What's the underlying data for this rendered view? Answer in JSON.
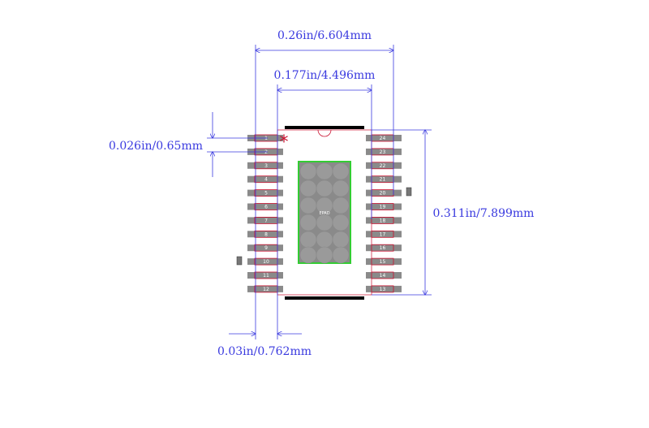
{
  "dimensions": {
    "overall_width": "0.26in/6.604mm",
    "body_width": "0.177in/4.496mm",
    "pitch": "0.026in/0.65mm",
    "height": "0.311in/7.899mm",
    "pad_length": "0.03in/0.762mm"
  },
  "package": {
    "pin_count": 24,
    "left_pins": [
      "1",
      "2",
      "3",
      "4",
      "5",
      "6",
      "7",
      "8",
      "9",
      "10",
      "11",
      "12"
    ],
    "right_pins": [
      "24",
      "23",
      "22",
      "21",
      "20",
      "19",
      "18",
      "17",
      "16",
      "15",
      "14",
      "13"
    ],
    "thermal_pad_label": "EPAD",
    "pin1_marker": "*"
  },
  "colors": {
    "dimension": "#3a3adf",
    "pad_outline": "#c8102e",
    "pad_fill": "#8a8a8a",
    "thermal_pad_border": "#33cc33",
    "body_bar": "#000000"
  }
}
